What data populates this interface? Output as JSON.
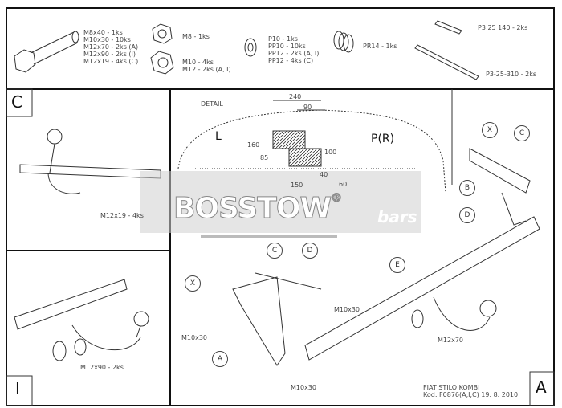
{
  "parts": {
    "bolts": [
      "M8x40 - 1ks",
      "M10x30 - 10ks",
      "M12x70 - 2ks (A)",
      "M12x90 - 2ks (I)",
      "M12x19 - 4ks (C)"
    ],
    "nut_m8": "M8 - 1ks",
    "nuts": [
      "M10 - 4ks",
      "M12 - 2ks (A, I)"
    ],
    "washers": [
      "P10 - 1ks",
      "PP10 - 10ks",
      "PP12 - 2ks (A, I)",
      "PP12 - 4ks (C)"
    ],
    "spring": "PR14 - 1ks",
    "plate_short": "P3 25 140 - 2ks",
    "plate_long": "P3-25-310 - 2ks"
  },
  "panels": {
    "c": "C",
    "i": "I",
    "a": "A"
  },
  "detail": {
    "title": "DETAIL",
    "left": "L",
    "right": "P(R)",
    "dims": [
      "240",
      "90",
      "160",
      "85",
      "100",
      "40",
      "150",
      "60"
    ]
  },
  "watermark": {
    "brand": "BOSSTOW",
    "sub": "bars",
    "reg": "®"
  },
  "callouts": {
    "c_panel": "M12x19 - 4ks",
    "i_panel": "M12x90 - 2ks",
    "m10_a": "M10x30",
    "m10_b": "M10x30",
    "m10_c": "M10x30",
    "m12_a": "M12x70"
  },
  "letters": {
    "x1": "X",
    "c1": "C",
    "b1": "B",
    "d1": "D",
    "c2": "C",
    "d2": "D",
    "e": "E",
    "x2": "X",
    "a": "A"
  },
  "footer": {
    "model": "FIAT STILO KOMBI",
    "code": "Kod: F0876(A,I,C)  19. 8. 2010"
  }
}
